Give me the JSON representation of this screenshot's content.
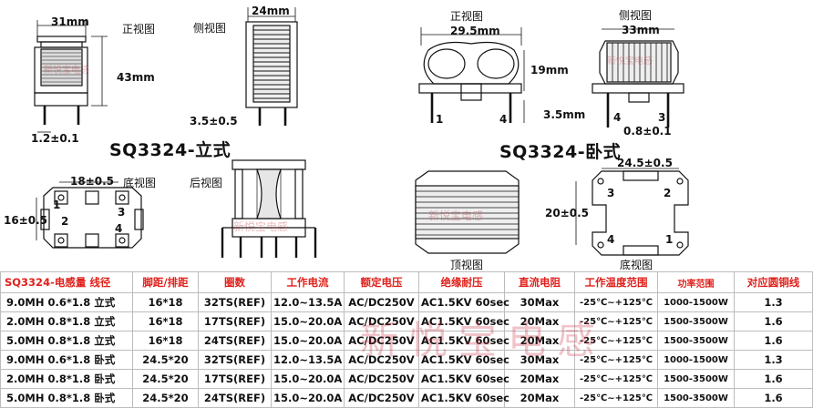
{
  "labels": {
    "v_dim_w": "31mm",
    "v_dim_h": "43mm",
    "v_front": "正视图",
    "v_side": "侧视图",
    "v_side_dim": "24mm",
    "v_pin_len": "3.5±0.5",
    "v_pin_dia": "1.2±0.1",
    "v_title": "SQ3324-立式",
    "v_bottom": "底视图",
    "v_bottom_dim_w": "18±0.5",
    "v_bottom_dim_h": "16±0.5",
    "v_bottom_pins": [
      "1",
      "2",
      "3",
      "4"
    ],
    "v_rear": "后视图",
    "h_front": "正视图",
    "h_front_dim": "29.5mm",
    "h_height": "19mm",
    "h_pin_len": "3.5mm",
    "h_pin_left": "1",
    "h_pin_right": "4",
    "h_side": "侧视图",
    "h_side_dim": "33mm",
    "h_side_pins": [
      "4",
      "3"
    ],
    "h_side_pin_dia": "0.8±0.1",
    "h_title": "SQ3324-卧式",
    "h_top": "顶视图",
    "h_bottom": "底视图",
    "h_bottom_dim_w": "24.5±0.5",
    "h_bottom_dim_h": "20±0.5",
    "h_bottom_pins": [
      "3",
      "2",
      "4",
      "1"
    ],
    "watermark_small": "新悦宝电感",
    "watermark_big": "新悦宝电感"
  },
  "table": {
    "headers": [
      "SQ3324-电感量 线径",
      "脚距/排距",
      "圈数",
      "工作电流",
      "额定电压",
      "绝缘耐压",
      "直流电阻",
      "工作温度范围",
      "功率范围",
      "对应圆铜线"
    ],
    "rows": [
      [
        "9.0MH 0.6*1.8 立式",
        "16*18",
        "32TS(REF)",
        "12.0~13.5A",
        "AC/DC250V",
        "AC1.5KV 60sec",
        "30Max",
        "-25℃~+125℃",
        "1000-1500W",
        "1.3"
      ],
      [
        "2.0MH 0.8*1.8 立式",
        "16*18",
        "17TS(REF)",
        "15.0~20.0A",
        "AC/DC250V",
        "AC1.5KV 60sec",
        "20Max",
        "-25℃~+125℃",
        "1500-3500W",
        "1.6"
      ],
      [
        "5.0MH 0.8*1.8 立式",
        "16*18",
        "24TS(REF)",
        "15.0~20.0A",
        "AC/DC250V",
        "AC1.5KV 60sec",
        "20Max",
        "-25℃~+125℃",
        "1500-3500W",
        "1.6"
      ],
      [
        "9.0MH 0.6*1.8 卧式",
        "24.5*20",
        "32TS(REF)",
        "12.0~13.5A",
        "AC/DC250V",
        "AC1.5KV 60sec",
        "30Max",
        "-25℃~+125℃",
        "1000-1500W",
        "1.3"
      ],
      [
        "2.0MH 0.8*1.8 卧式",
        "24.5*20",
        "17TS(REF)",
        "15.0~20.0A",
        "AC/DC250V",
        "AC1.5KV 60sec",
        "20Max",
        "-25℃~+125℃",
        "1500-3500W",
        "1.6"
      ],
      [
        "5.0MH 0.8*1.8 卧式",
        "24.5*20",
        "24TS(REF)",
        "15.0~20.0A",
        "AC/DC250V",
        "AC1.5KV 60sec",
        "20Max",
        "-25℃~+125℃",
        "1500-3500W",
        "1.6"
      ]
    ]
  }
}
